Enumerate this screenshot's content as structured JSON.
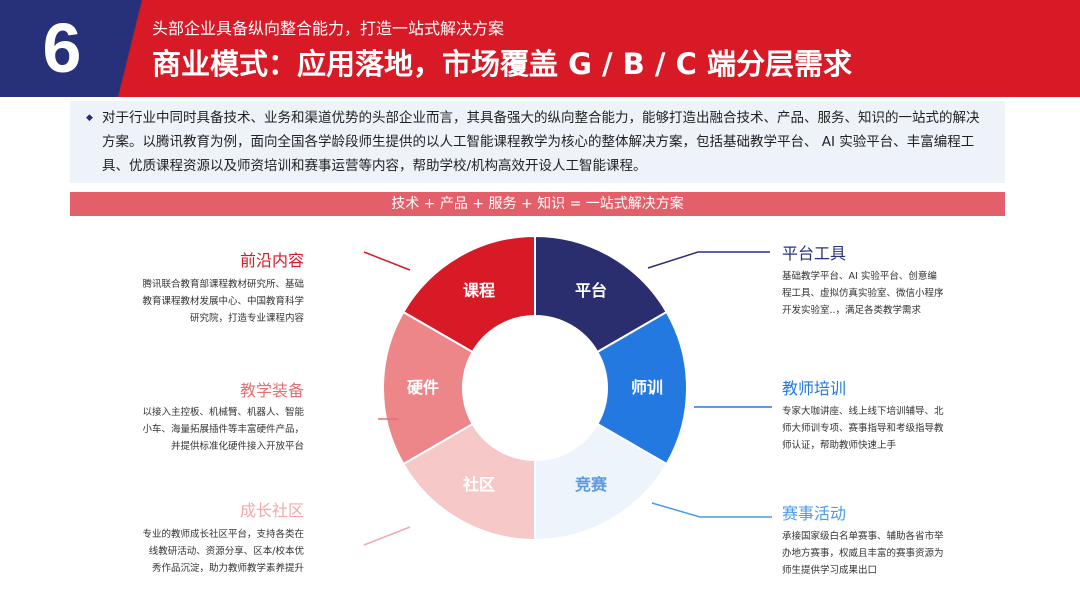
{
  "header": {
    "number": "6",
    "subtitle": "头部企业具备纵向整合能力，打造一站式解决方案",
    "title": "商业模式：应用落地，市场覆盖 G / B / C 端分层需求",
    "colors": {
      "navy": "#26317a",
      "red": "#d71a26"
    }
  },
  "intro": {
    "bullet_icon": "diamond-bullet",
    "text": "对于行业中同时具备技术、业务和渠道优势的头部企业而言，其具备强大的纵向整合能力，能够打造出融合技术、产品、服务、知识的一站式的解决方案。以腾讯教育为例，面向全国各学龄段师生提供的以人工智能课程教学为核心的整体解决方案，包括基础教学平台、 AI 实验平台、丰富编程工具、优质课程资源以及师资培训和赛事运营等内容，帮助学校/机构高效开设人工智能课程。"
  },
  "formula": "技术 + 产品 + 服务 + 知识 = 一站式解决方案",
  "wheel": {
    "segments": [
      {
        "label": "平台",
        "color": "#2b2e6e",
        "text_color": "#ffffff"
      },
      {
        "label": "师训",
        "color": "#2379e0",
        "text_color": "#ffffff"
      },
      {
        "label": "竞赛",
        "color": "#eef4fb",
        "text_color": "#5b9be0"
      },
      {
        "label": "社区",
        "color": "#f7c8c8",
        "text_color": "#ffffff"
      },
      {
        "label": "硬件",
        "color": "#ec8688",
        "text_color": "#ffffff"
      },
      {
        "label": "课程",
        "color": "#d71a26",
        "text_color": "#ffffff"
      }
    ]
  },
  "left": [
    {
      "title": "前沿内容",
      "color": "#d71a26",
      "desc": [
        "腾讯联合教育部课程教材研究所、基础",
        "教育课程教材发展中心、中国教育科学",
        "研究院，打造专业课程内容"
      ]
    },
    {
      "title": "教学装备",
      "color": "#e56f73",
      "desc": [
        "以接入主控板、机械臂、机器人、智能",
        "小车、海量拓展插件等丰富硬件产品，",
        "并提供标准化硬件接入开放平台"
      ]
    },
    {
      "title": "成长社区",
      "color": "#f2a9aa",
      "desc": [
        "专业的教师成长社区平台，支持各类在",
        "线教研活动、资源分享、区本/校本优",
        "秀作品沉淀，助力教师教学素养提升"
      ]
    }
  ],
  "right": [
    {
      "title": "平台工具",
      "color": "#26317a",
      "desc": [
        "基础教学平台、AI 实验平台、创意编",
        "程工具、虚拟仿真实验室、微信小程序",
        "开发实验室..，满足各类教学需求"
      ]
    },
    {
      "title": "教师培训",
      "color": "#2379e0",
      "desc": [
        "专家大咖讲座、线上线下培训辅导、北",
        "师大师训专项、赛事指导和考级指导教",
        "师认证，帮助教师快速上手"
      ]
    },
    {
      "title": "赛事活动",
      "color": "#4a9be8",
      "desc": [
        "承接国家级白名单赛事、辅助各省市举",
        "办地方赛事，权威且丰富的赛事资源为",
        "师生提供学习成果出口"
      ]
    }
  ]
}
